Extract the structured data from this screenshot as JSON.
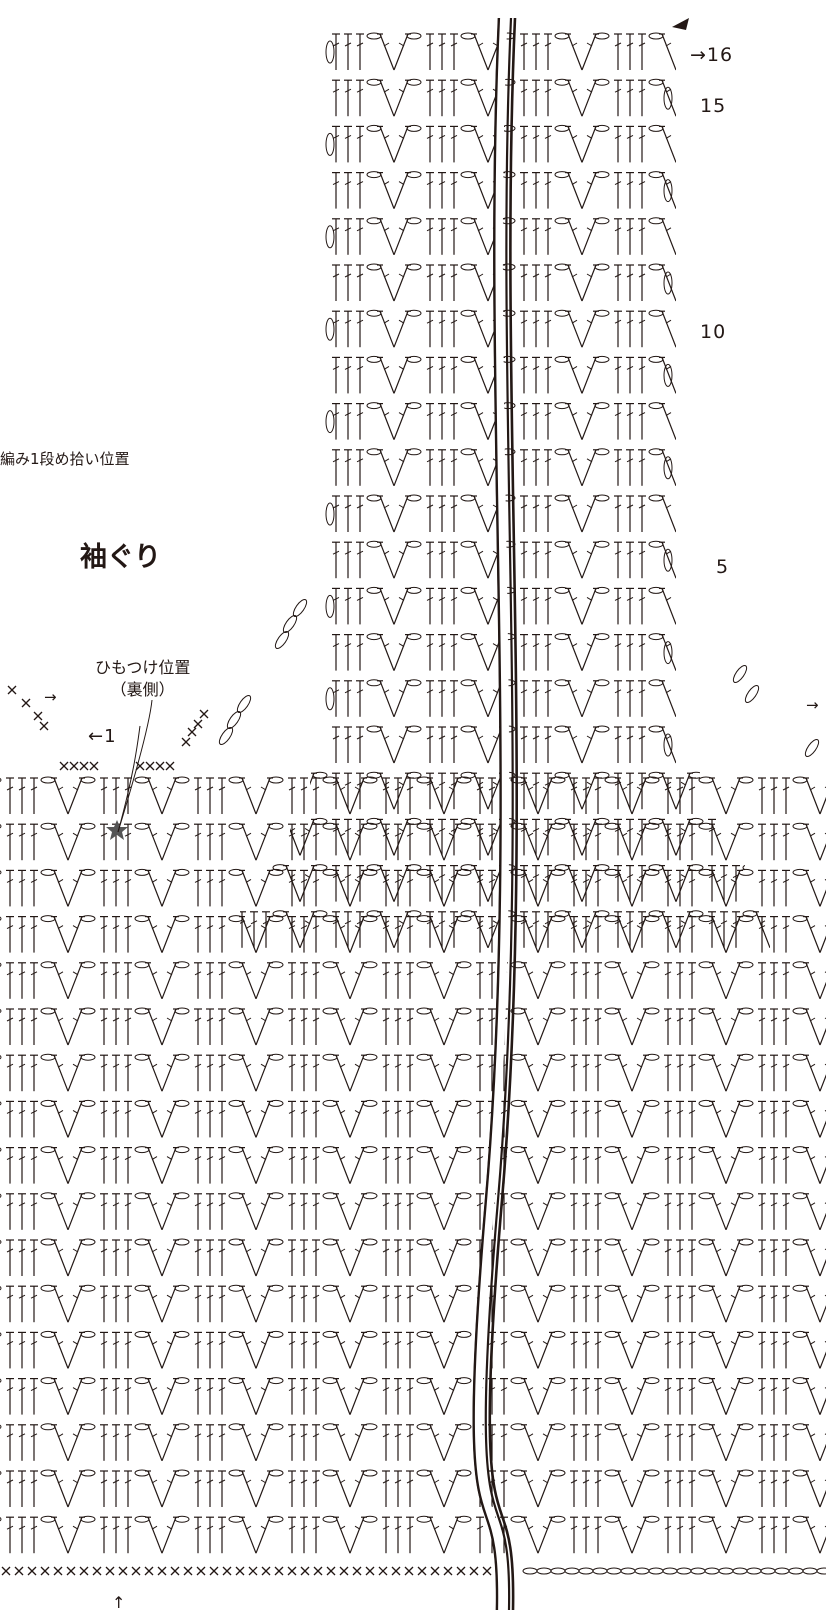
{
  "labels": {
    "section_title": "袖ぐり",
    "pickup_note": "編み1段め拾い位置",
    "tie_position": "ひもつけ位置",
    "tie_side": "（裏側）",
    "row_16": "→16",
    "row_15": "15",
    "row_10": "10",
    "row_5": "5",
    "row_1": "←1",
    "arrow_right": "→",
    "start_arrow": "↑"
  },
  "stitch_pattern": {
    "upper_rows": 16,
    "lower_rows": 17,
    "foundation_row": "single crochet (×) / chain"
  },
  "colors": {
    "ink": "#231815",
    "background": "#ffffff"
  }
}
